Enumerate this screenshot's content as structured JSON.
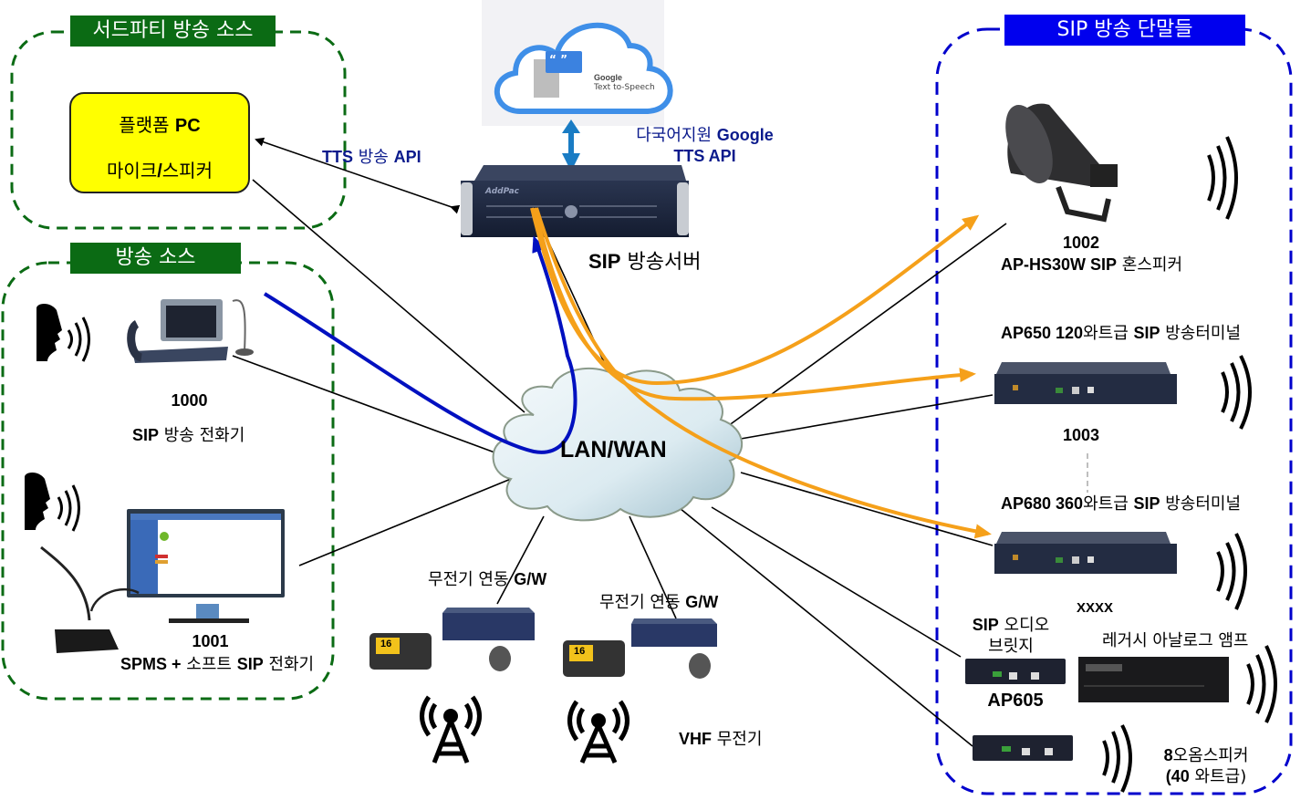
{
  "groups": {
    "third_party": {
      "title": "서드파티 방송 소스",
      "color": "#0b6b14"
    },
    "sources": {
      "title": "방송 소스",
      "color": "#0b6b14"
    },
    "terminals": {
      "title": "SIP 방송 단말들",
      "color": "#0000ee"
    }
  },
  "platform_pc": {
    "line1_kr": "플랫폼",
    "line1_en": "PC",
    "line2_kr_a": "마이크",
    "line2_sep": "/",
    "line2_kr_b": "스피커"
  },
  "tts_api_label": {
    "a": "TTS",
    "b": "방송",
    "c": "API"
  },
  "google_tts": {
    "cloud_title": "Google",
    "cloud_sub": "Text to-Speech",
    "quote_glyph": "“ ”",
    "label_kr": "다국어지원",
    "label_en": "Google",
    "label_line2": "TTS  API"
  },
  "server": {
    "brand": "AddPac",
    "label_en": "SIP",
    "label_kr": "방송서버"
  },
  "network": {
    "label": "LAN/WAN"
  },
  "source_devices": [
    {
      "id": "1000",
      "name_en": "SIP",
      "name_kr": "방송 전화기"
    },
    {
      "id": "1001",
      "name_en_a": "SPMS +",
      "name_kr_a": "소프트",
      "name_en_b": "SIP",
      "name_kr_b": "전화기"
    }
  ],
  "radio_gateways": [
    {
      "label_kr": "무전기 연동",
      "label_en": "G/W",
      "radio_channel": "16"
    },
    {
      "label_kr": "무전기 연동",
      "label_en": "G/W",
      "radio_channel": "16"
    }
  ],
  "vhf_label": {
    "en": "VHF",
    "kr": "무전기"
  },
  "terminal_devices": [
    {
      "id": "1002",
      "model": "AP-HS30W SIP",
      "desc_kr": "혼스피커"
    },
    {
      "title_en_a": "AP650 120",
      "title_kr_a": "와트급",
      "title_en_b": "SIP",
      "title_kr_b": "방송터미널",
      "id": "1003"
    },
    {
      "title_en_a": "AP680 360",
      "title_kr_a": "와트급",
      "title_en_b": "SIP",
      "title_kr_b": "방송터미널",
      "id": "XXXX"
    },
    {
      "title_en": "SIP",
      "title_kr_a": "오디오",
      "title_kr_b": "브릿지",
      "model": "AP605"
    },
    {
      "label_kr": "레거시 아날로그  앰프"
    },
    {
      "label_num": "8",
      "label_kr": "오옴스피커",
      "label_line2_open": "(40",
      "label_line2_kr": "와트급)"
    }
  ],
  "colors": {
    "orange_flow": "#f5a01a",
    "blue_flow": "#0010c0",
    "tts_link": "#1a7cc4",
    "green_border": "#0b6b14",
    "blue_border": "#0000cc"
  }
}
